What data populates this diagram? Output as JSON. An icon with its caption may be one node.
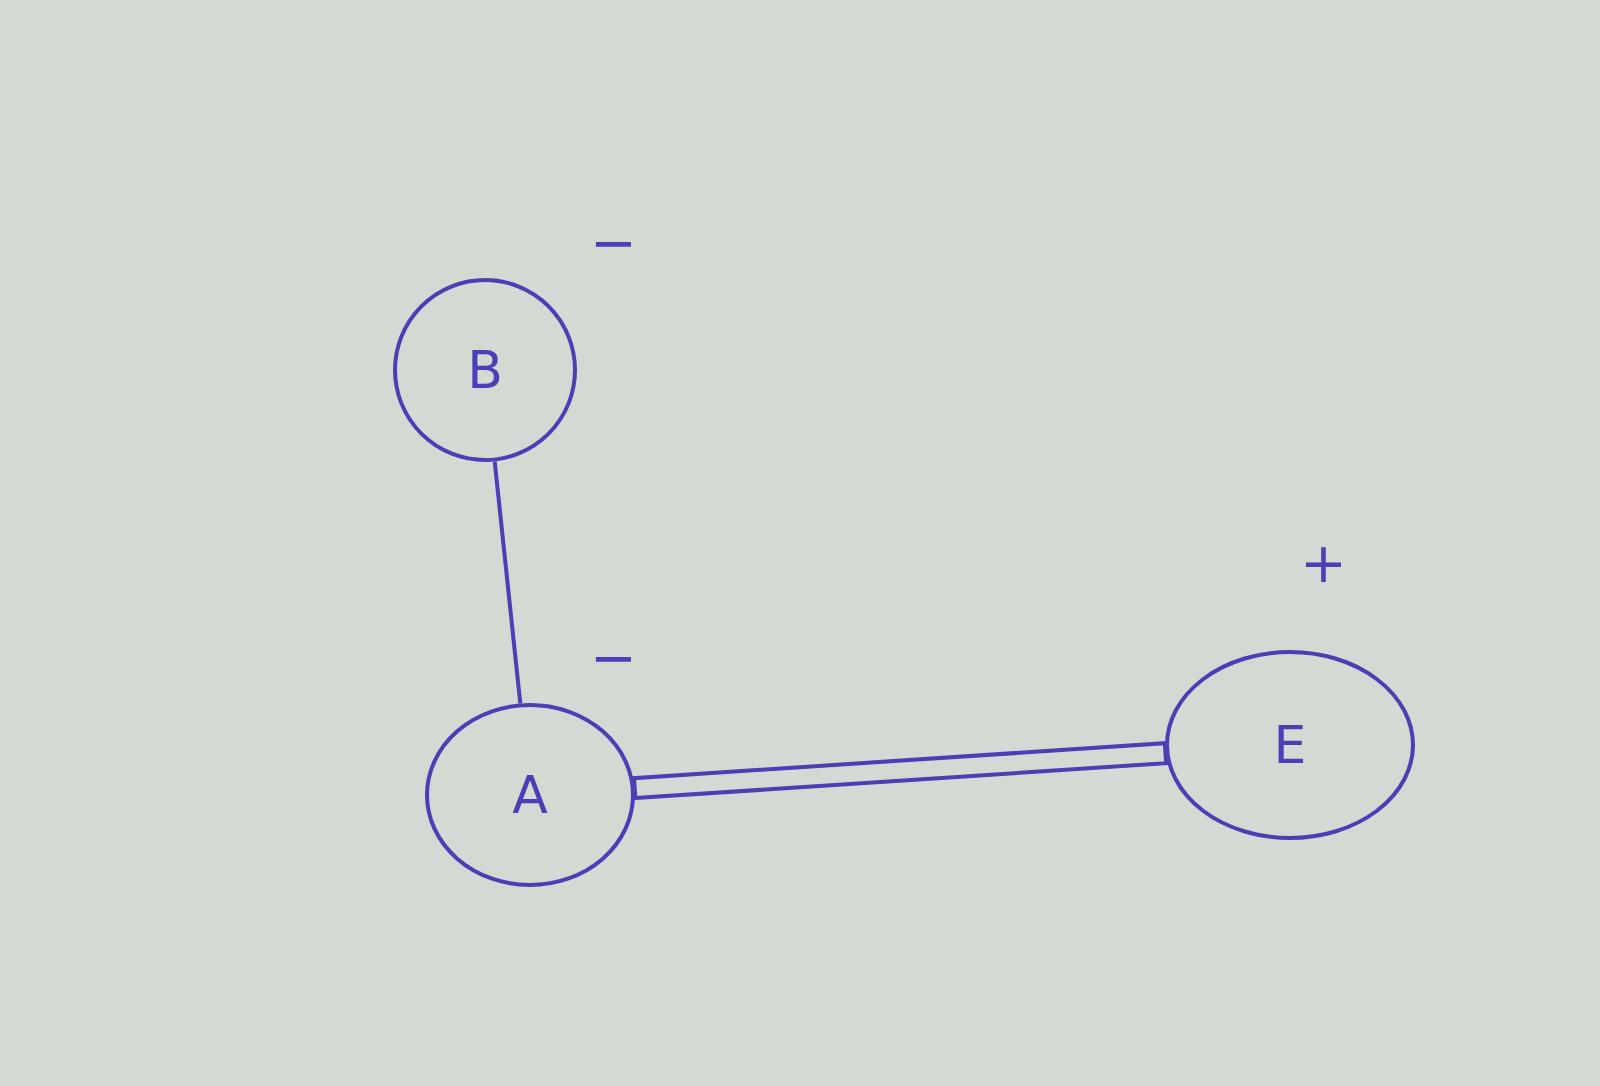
{
  "diagram": {
    "nodes": [
      {
        "text": [
          "B"
        ],
        "beside": [
          "−"
        ]
      },
      {
        "text": [
          "A"
        ],
        "beside": [
          "−"
        ]
      },
      {
        "text": [
          "E"
        ],
        "beside": [
          "+"
        ]
      }
    ],
    "edges": [
      {
        "from": 0,
        "to": 1,
        "arrow": "none"
      },
      {
        "from": 1,
        "to": 2,
        "arrow": "none",
        "style": "thick"
      }
    ]
  }
}
